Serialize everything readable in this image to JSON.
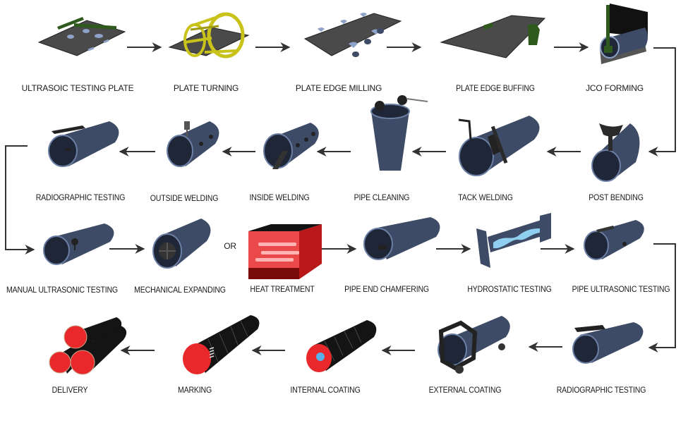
{
  "title": "Pipe Manufacturing Process Flow",
  "colors": {
    "pipe_body": "#3d4b66",
    "pipe_inner": "#1e2638",
    "plate": "#4a4a4a",
    "green": "#2f5a1e",
    "yellow": "#c9c21a",
    "coating_red": "#e8282a",
    "coating_black": "#141414",
    "arrow": "#333333"
  },
  "or_label": "OR",
  "rows": [
    {
      "direction": "left-to-right",
      "steps": [
        {
          "label": "ULTRASOIC TESTING PLATE",
          "icon": "plate-with-probes-icon"
        },
        {
          "label": "PLATE TURNING",
          "icon": "plate-turning-cage-icon"
        },
        {
          "label": "PLATE EDGE MILLING",
          "icon": "plate-edge-milling-icon"
        },
        {
          "label": "PLATE EDGE BUFFING",
          "icon": "plate-edge-buffing-icon"
        },
        {
          "label": "JCO FORMING",
          "icon": "jco-forming-press-icon"
        }
      ]
    },
    {
      "direction": "right-to-left",
      "steps": [
        {
          "label": "POST BENDING",
          "icon": "post-bending-icon"
        },
        {
          "label": "TACK WELDING",
          "icon": "tack-welding-icon"
        },
        {
          "label": "PIPE CLEANING",
          "icon": "pipe-cleaning-icon"
        },
        {
          "label": "INSIDE WELDING",
          "icon": "inside-welding-icon"
        },
        {
          "label": "OUTSIDE WELDING",
          "icon": "outside-welding-icon"
        },
        {
          "label": "RADIOGRAPHIC TESTING",
          "icon": "radiographic-testing-icon"
        }
      ]
    },
    {
      "direction": "left-to-right",
      "steps": [
        {
          "label": "MANUAL ULTRASONIC TESTING",
          "icon": "manual-ultrasonic-icon"
        },
        {
          "label": "MECHANICAL EXPANDING",
          "icon": "mechanical-expanding-icon"
        },
        {
          "label": "HEAT TREATMENT",
          "icon": "heat-treatment-furnace-icon"
        },
        {
          "label": "PIPE END CHAMFERING",
          "icon": "pipe-end-chamfering-icon"
        },
        {
          "label": "HYDROSTATIC TESTING",
          "icon": "hydrostatic-testing-icon"
        },
        {
          "label": "PIPE ULTRASONIC TESTING",
          "icon": "pipe-ultrasonic-icon"
        }
      ]
    },
    {
      "direction": "right-to-left",
      "steps": [
        {
          "label": "RADIOGRAPHIC TESTING",
          "icon": "radiographic-testing-icon"
        },
        {
          "label": "EXTERNAL COATING",
          "icon": "external-coating-icon"
        },
        {
          "label": "INTERNAL COATING",
          "icon": "internal-coating-icon"
        },
        {
          "label": "MARKING",
          "icon": "marking-icon"
        },
        {
          "label": "DELIVERY",
          "icon": "delivery-pipes-icon"
        }
      ]
    }
  ]
}
